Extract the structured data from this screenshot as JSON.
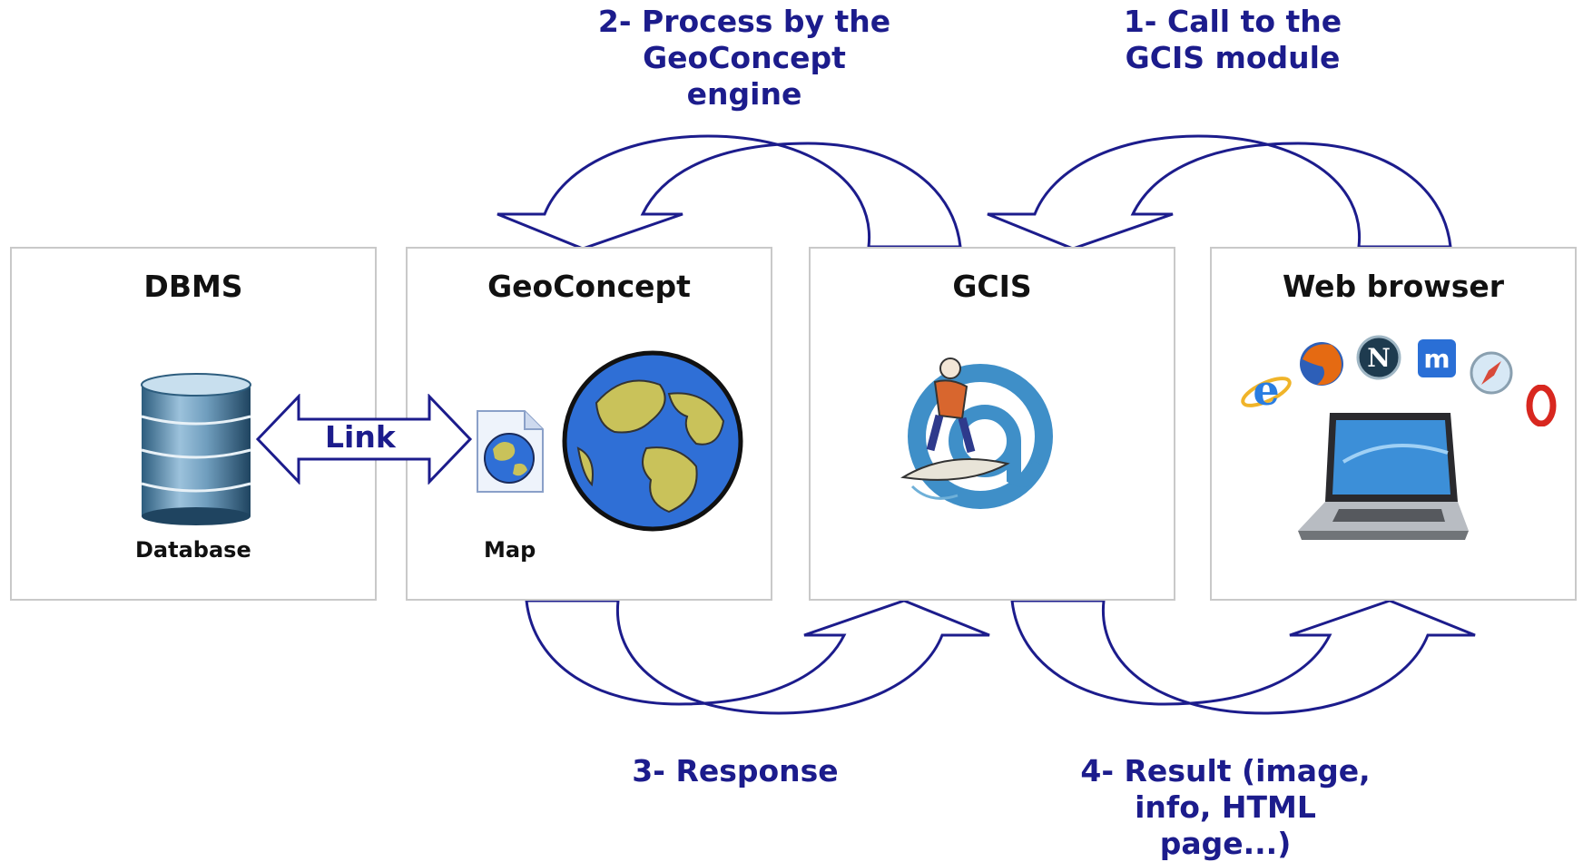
{
  "boxes": {
    "dbms": {
      "title": "DBMS",
      "caption": "Database"
    },
    "geoconcept": {
      "title": "GeoConcept",
      "caption": "Map"
    },
    "gcis": {
      "title": "GCIS"
    },
    "web_browser": {
      "title": "Web browser"
    }
  },
  "link": {
    "label": "Link"
  },
  "steps": {
    "step1": {
      "lines": [
        "1- Call to the",
        "GCIS module"
      ]
    },
    "step2": {
      "lines": [
        "2- Process by the",
        "GeoConcept",
        "engine"
      ]
    },
    "step3": {
      "lines": [
        "3- Response"
      ]
    },
    "step4": {
      "lines": [
        "4- Result (image,",
        "info, HTML",
        "page...)"
      ]
    }
  },
  "colors": {
    "arrow_stroke": "#1c1c8c",
    "step_text": "#1c1c8c",
    "box_border": "#c9c9c9",
    "globe_ocean": "#2f6fd6",
    "globe_land": "#c9c25a"
  },
  "icons": [
    "database-icon",
    "map-file-icon",
    "globe-icon",
    "surfer-at-icon",
    "internet-explorer-icon",
    "firefox-icon",
    "netscape-icon",
    "maxthon-icon",
    "safari-icon",
    "opera-icon",
    "laptop-icon"
  ]
}
